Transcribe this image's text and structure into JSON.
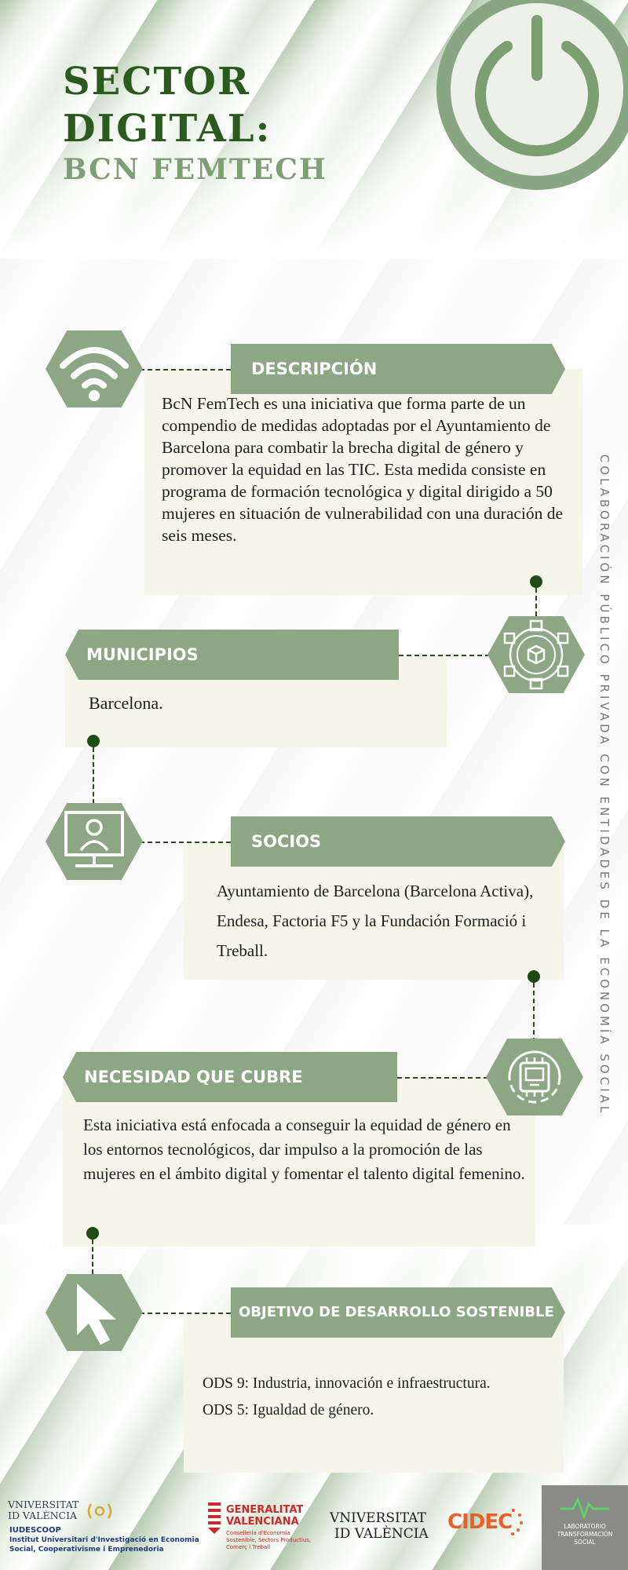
{
  "header": {
    "title_line1": "SECTOR",
    "title_line2": "DIGITAL:",
    "subtitle": "BCN FEMTECH"
  },
  "sections": {
    "descripcion": {
      "label": "DESCRIPCIÓN",
      "text": "BcN FemTech es una iniciativa que forma parte de un compendio de medidas adoptadas por el Ayuntamiento de Barcelona para combatir la brecha digital de género y promover la equidad en las TIC. Esta medida consiste en programa de formación tecnológica y digital dirigido a 50 mujeres en situación de vulnerabilidad con una duración de seis meses."
    },
    "municipios": {
      "label": "MUNICIPIOS",
      "text": "Barcelona."
    },
    "socios": {
      "label": "SOCIOS",
      "text": "Ayuntamiento de Barcelona (Barcelona Activa), Endesa, Factoria F5 y la Fundación Formació i Treball."
    },
    "necesidad": {
      "label": "NECESIDAD QUE CUBRE",
      "text": "Esta iniciativa está enfocada a conseguir la equidad de género en los entornos tecnológicos, dar impulso a la promoción de las mujeres en el ámbito digital y fomentar el talento digital femenino."
    },
    "ods": {
      "label": "OBJETIVO DE DESARROLLO SOSTENIBLE",
      "items": [
        "ODS 9: Industria, innovación e infraestructura.",
        "ODS 5: Igualdad de género."
      ]
    }
  },
  "side_text": "COLABORACIÓN PÚBLICO PRIVADA CON ENTIDADES DE LA ECONOMÍA SOCIAL",
  "footer": {
    "uv_left_name": "VNIVERSITAT ID VALÈNCIA",
    "iudescoop": "IUDESCOOP",
    "iudescoop_desc1": "Institut Universitari d'Investigació en Economia",
    "iudescoop_desc2": "Social, Cooperativisme i Emprenedoria",
    "gva_name1": "GENERALITAT",
    "gva_name2": "VALENCIANA",
    "gva_desc1": "Conselleria d'Economia",
    "gva_desc2": "Sostenible, Sectors Productius,",
    "gva_desc3": "Comerç i Treball",
    "uv_center_name1": "VNIVERSITAT",
    "uv_center_name2": "ID VALÈNCIA",
    "cidec": "CIDEC",
    "lab_line1": "LABORATORIO",
    "lab_line2": "TRANSFORMACIÓN",
    "lab_line3": "SOCIAL"
  },
  "colors": {
    "dark_green": "#2b5a1f",
    "sage": "#8da684",
    "light_sage": "#7e9f73",
    "box_bg": "#f5f5ea"
  },
  "icons": [
    "power-icon",
    "wifi-icon",
    "network-cube-icon",
    "monitor-user-icon",
    "chip-screen-icon",
    "cursor-arrow-icon"
  ]
}
